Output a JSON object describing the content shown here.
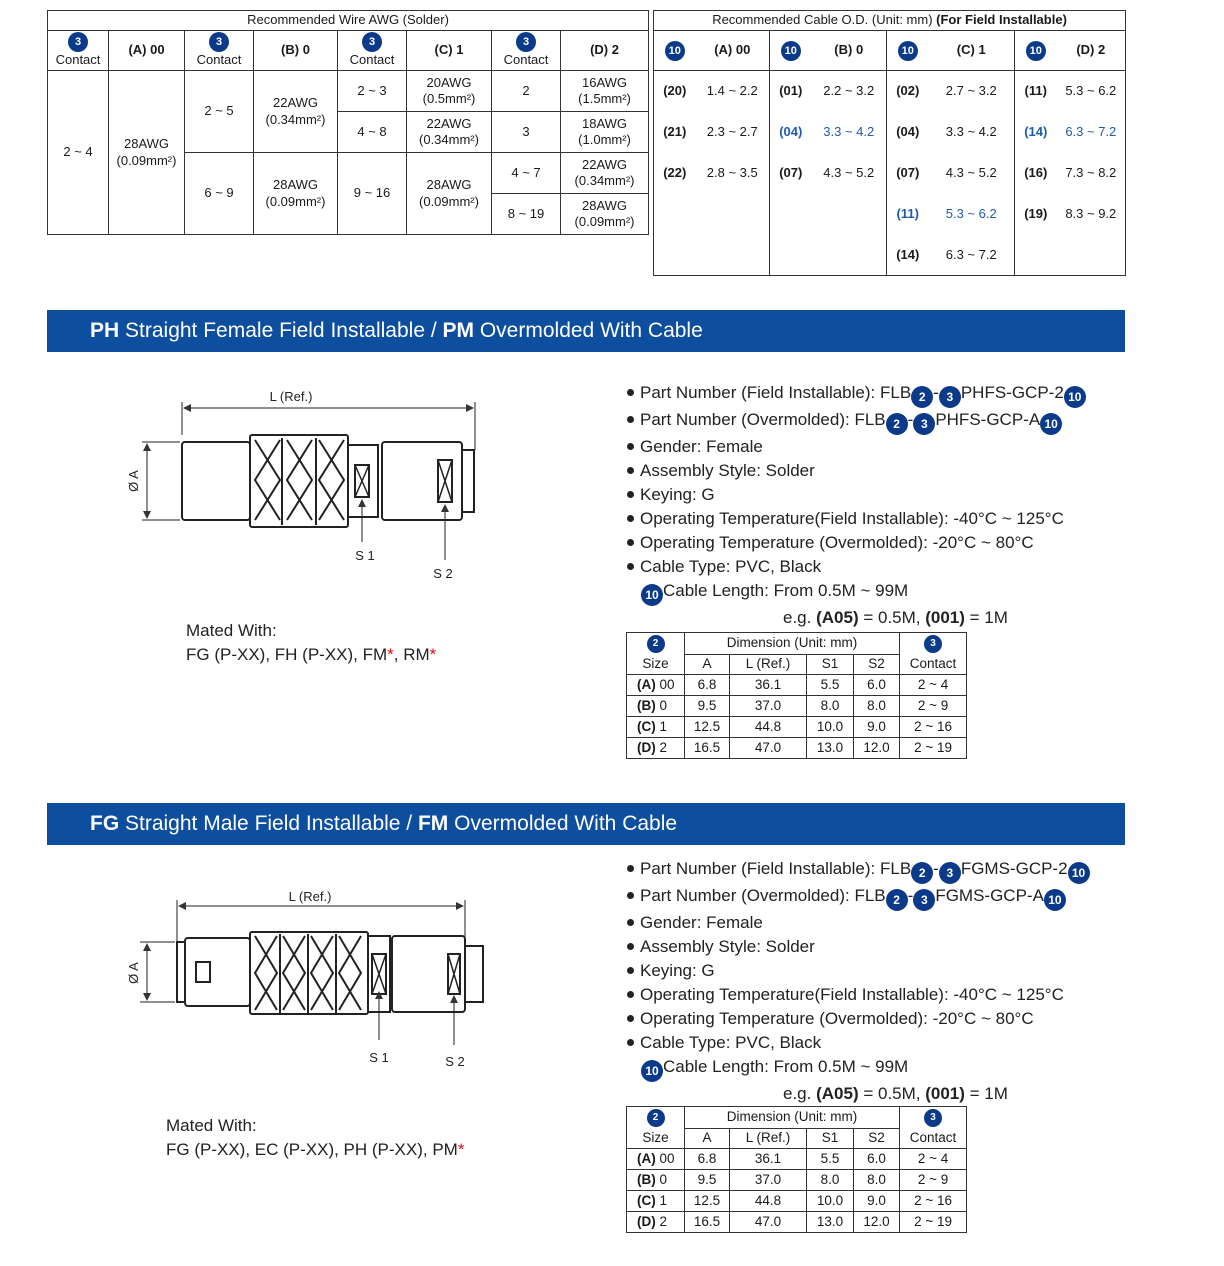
{
  "awg_table": {
    "title": "Recommended Wire AWG (Solder)",
    "badge": "3",
    "headers": [
      "Contact",
      "(A) 00",
      "Contact",
      "(B) 0",
      "Contact",
      "(C) 1",
      "Contact",
      "(D) 2"
    ],
    "a": {
      "contact": "2 ~ 4",
      "awg": "28AWG",
      "mm": "(0.09mm²)"
    },
    "b": [
      {
        "contact": "2 ~ 5",
        "awg": "22AWG",
        "mm": "(0.34mm²)"
      },
      {
        "contact": "6 ~ 9",
        "awg": "28AWG",
        "mm": "(0.09mm²)"
      }
    ],
    "c": [
      {
        "contact": "2 ~ 3",
        "awg": "20AWG",
        "mm": "(0.5mm²)"
      },
      {
        "contact": "4 ~ 8",
        "awg": "22AWG",
        "mm": "(0.34mm²)"
      },
      {
        "contact": "9 ~ 16",
        "awg": "28AWG",
        "mm": "(0.09mm²)"
      }
    ],
    "d": [
      {
        "contact": "2",
        "awg": "16AWG",
        "mm": "(1.5mm²)"
      },
      {
        "contact": "3",
        "awg": "18AWG",
        "mm": "(1.0mm²)"
      },
      {
        "contact": "4 ~ 7",
        "awg": "22AWG",
        "mm": "(0.34mm²)"
      },
      {
        "contact": "8 ~ 19",
        "awg": "28AWG",
        "mm": "(0.09mm²)"
      }
    ]
  },
  "od_table": {
    "title_normal": "Recommended Cable O.D. (Unit: mm)",
    "title_bold": "(For Field Installable)",
    "badge": "10",
    "headers": [
      "(A) 00",
      "(B) 0",
      "(C) 1",
      "(D) 2"
    ],
    "rows": [
      [
        [
          "(20)",
          "1.4 ~ 2.2"
        ],
        [
          "(01)",
          "2.2 ~ 3.2"
        ],
        [
          "(02)",
          "2.7 ~ 3.2"
        ],
        [
          "(11)",
          "5.3 ~ 6.2"
        ]
      ],
      [
        [
          "(21)",
          "2.3 ~ 2.7"
        ],
        [
          "(04)",
          "3.3 ~ 4.2"
        ],
        [
          "(04)",
          "3.3 ~ 4.2"
        ],
        [
          "(14)",
          "6.3 ~ 7.2"
        ]
      ],
      [
        [
          "(22)",
          "2.8 ~ 3.5"
        ],
        [
          "(07)",
          "4.3 ~ 5.2"
        ],
        [
          "(07)",
          "4.3 ~ 5.2"
        ],
        [
          "(16)",
          "7.3 ~ 8.2"
        ]
      ],
      [
        [
          "",
          ""
        ],
        [
          "",
          ""
        ],
        [
          "(11)",
          "5.3 ~ 6.2"
        ],
        [
          "(19)",
          "8.3 ~ 9.2"
        ]
      ],
      [
        [
          "",
          ""
        ],
        [
          "",
          ""
        ],
        [
          "(14)",
          "6.3 ~ 7.2"
        ],
        [
          "",
          ""
        ]
      ]
    ],
    "highlight_color": "#1f5ab0"
  },
  "sections": [
    {
      "banner": {
        "code1": "PH",
        "text1": " Straight Female Field Installable / ",
        "code2": "PM",
        "text2": " Overmolded With Cable"
      },
      "drawing": {
        "length_label": "L (Ref.)",
        "dia_label": "Ø A",
        "s1": "S 1",
        "s2": "S 2"
      },
      "specs": {
        "pn_field_label": "Part Number (Field Installable): FLB",
        "pn_field_suffix": "PHFS-GCP-2",
        "pn_over_label": "Part Number (Overmolded): FLB",
        "pn_over_suffix": "PHFS-GCP-A",
        "dash": "-",
        "badge2": "2",
        "badge3": "3",
        "badge10": "10",
        "gender": "Gender: Female",
        "assembly": "Assembly Style: Solder",
        "keying": "Keying: G",
        "temp_field": "Operating Temperature(Field Installable): -40°C ~ 125°C",
        "temp_over": "Operating Temperature (Overmolded): -20°C ~ 80°C",
        "cable_type": "Cable Type: PVC, Black",
        "cable_length": "Cable Length: From 0.5M ~ 99M",
        "eg_prefix": "e.g. ",
        "eg_code1": "(A05)",
        "eg_val1": " = 0.5M, ",
        "eg_code2": "(001)",
        "eg_val2": " = 1M"
      },
      "mated": {
        "label": "Mated With:",
        "text": "FG (P-XX), FH (P-XX), FM",
        "star": "*",
        "sep": ", RM",
        "star2": "*"
      }
    },
    {
      "banner": {
        "code1": "FG",
        "text1": " Straight Male Field Installable / ",
        "code2": "FM",
        "text2": " Overmolded With Cable"
      },
      "drawing": {
        "length_label": "L (Ref.)",
        "dia_label": "Ø A",
        "s1": "S 1",
        "s2": "S 2"
      },
      "specs": {
        "pn_field_label": "Part Number (Field Installable): FLB",
        "pn_field_suffix": "FGMS-GCP-2",
        "pn_over_label": "Part Number (Overmolded): FLB",
        "pn_over_suffix": "FGMS-GCP-A",
        "dash": "-",
        "badge2": "2",
        "badge3": "3",
        "badge10": "10",
        "gender": "Gender: Female",
        "assembly": "Assembly Style: Solder",
        "keying": "Keying: G",
        "temp_field": "Operating Temperature(Field Installable): -40°C ~ 125°C",
        "temp_over": "Operating Temperature (Overmolded): -20°C ~ 80°C",
        "cable_type": "Cable Type: PVC, Black",
        "cable_length": "Cable Length: From 0.5M ~ 99M",
        "eg_prefix": "e.g. ",
        "eg_code1": "(A05)",
        "eg_val1": " = 0.5M, ",
        "eg_code2": "(001)",
        "eg_val2": " = 1M"
      },
      "mated": {
        "label": "Mated With:",
        "text": "FG (P-XX), EC (P-XX), PH (P-XX), PM",
        "star": "*",
        "sep": "",
        "star2": ""
      }
    }
  ],
  "dim_table": {
    "badge_size": "2",
    "badge_contact": "3",
    "group_header": "Dimension (Unit: mm)",
    "headers": [
      "Size",
      "A",
      "L (Ref.)",
      "S1",
      "S2",
      "Contact"
    ],
    "rows": [
      [
        "(A)",
        " 00",
        "6.8",
        "36.1",
        "5.5",
        "6.0",
        "2 ~ 4"
      ],
      [
        "(B)",
        " 0",
        "9.5",
        "37.0",
        "8.0",
        "8.0",
        "2 ~ 9"
      ],
      [
        "(C)",
        " 1",
        "12.5",
        "44.8",
        "10.0",
        "9.0",
        "2 ~ 16"
      ],
      [
        "(D)",
        " 2",
        "16.5",
        "47.0",
        "13.0",
        "12.0",
        "2 ~ 19"
      ]
    ]
  }
}
